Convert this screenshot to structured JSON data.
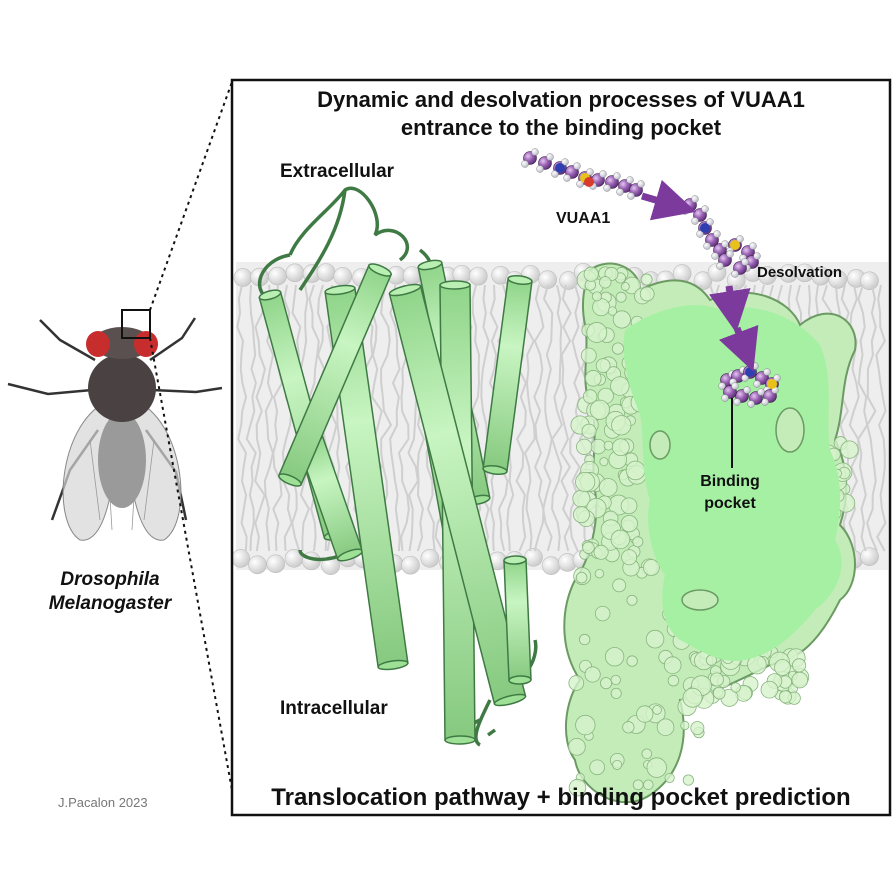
{
  "figure": {
    "title_line1": "Dynamic and desolvation processes of VUAA1",
    "title_line2": "entrance to the binding pocket",
    "bottom_title": "Translocation pathway + binding pocket prediction",
    "species_line1": "Drosophila",
    "species_line2": "Melanogaster",
    "credit": "J.Pacalon 2023",
    "labels": {
      "extracellular": "Extracellular",
      "intracellular": "Intracellular",
      "ligand": "VUAA1",
      "desolvation": "Desolvation",
      "pocket_line1": "Binding",
      "pocket_line2": "pocket"
    },
    "colors": {
      "helix": "#a8e6a3",
      "helix_edge": "#3f7a44",
      "surface": "#c4ecb8",
      "ligand": "#8e5aa6",
      "arrow": "#7b3a9c",
      "membrane": "#dcdcdc"
    }
  }
}
